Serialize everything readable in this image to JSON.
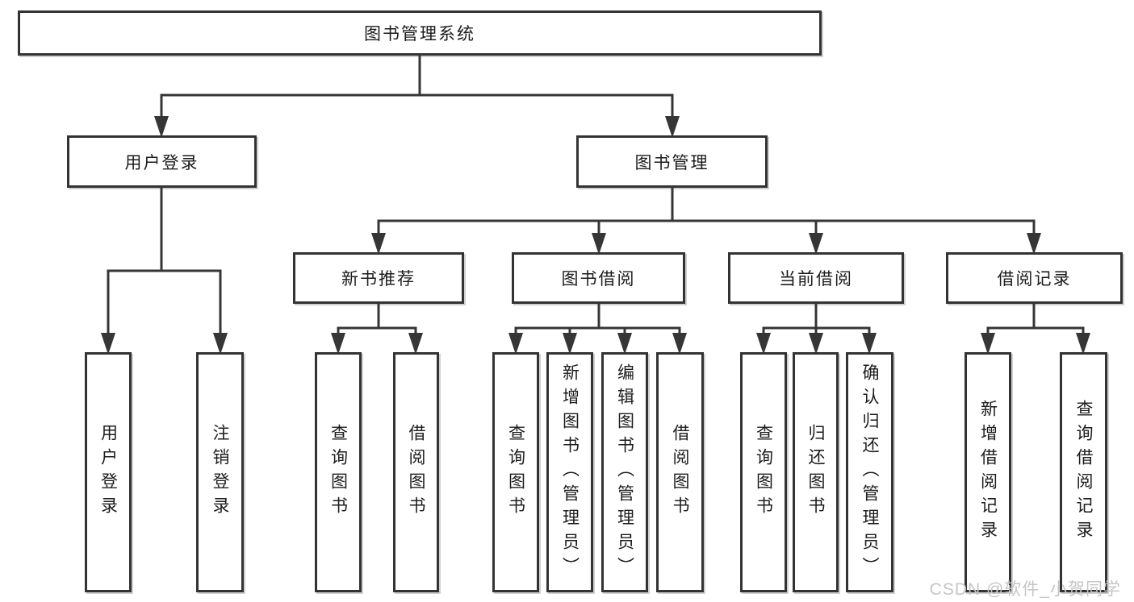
{
  "diagram_title": "图书管理系统",
  "nodes": {
    "system": "图书管理系统",
    "user_login": "用户登录",
    "book_management": "图书管理",
    "new_book_recommend": "新书推荐",
    "book_borrowing": "图书借阅",
    "current_borrowing": "当前借阅",
    "borrowing_records": "借阅记录"
  },
  "leaves": {
    "user_login": "用户登录",
    "logout": "注销登录",
    "newbook_query_books": "查询图书",
    "newbook_borrow_books": "借阅图书",
    "borrowing_query_books": "查询图书",
    "borrowing_add_books": "新增图书（管理员）",
    "borrowing_edit_books": "编辑图书（管理员）",
    "borrowing_borrow_books": "借阅图书",
    "current_query_books": "查询图书",
    "current_return_books": "归还图书",
    "current_confirm_return": "确认归还（管理员）",
    "records_add_record": "新增借阅记录",
    "records_query_record": "查询借阅记录"
  },
  "watermark": {
    "text": "CSDN @软件_小贺同学"
  },
  "colors": {
    "line": "#363636",
    "box_border": "#333333",
    "box_background": "#ffffff",
    "text": "#1c1c1e",
    "page_background": "#ffffff",
    "watermark": "#c6c6c6"
  }
}
